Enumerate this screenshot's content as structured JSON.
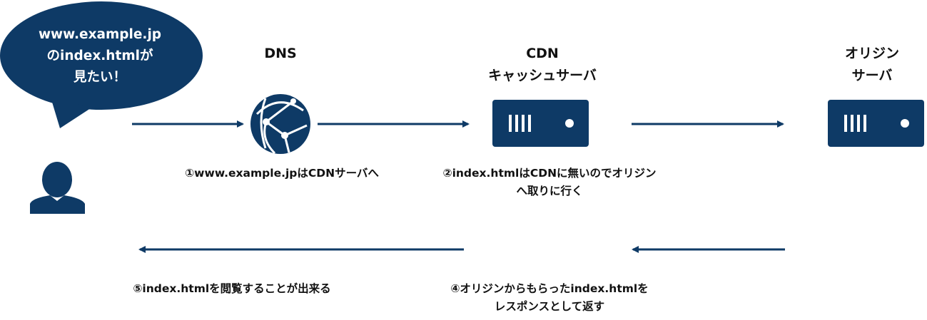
{
  "colors": {
    "primary": "#0e3a66",
    "text": "#111111"
  },
  "bubble": {
    "lines": [
      "www.example.jp",
      "のindex.htmlが",
      "見たい！"
    ]
  },
  "nodes": {
    "dns": {
      "label": "DNS",
      "icon": "globe-network-icon"
    },
    "cdn": {
      "label_lines": [
        "CDN",
        "キャッシュサーバ"
      ],
      "icon": "server-icon"
    },
    "origin": {
      "label_lines": [
        "オリジン",
        "サーバ"
      ],
      "icon": "server-icon"
    },
    "user": {
      "icon": "user-icon"
    }
  },
  "steps": {
    "step1": [
      "①www.example.jpはCDNサーバへ"
    ],
    "step2": [
      "②index.htmlはCDNに無いのでオリジン",
      "へ取りに行く"
    ],
    "step4": [
      "④オリジンからもらったindex.htmlを",
      "レスポンスとして返す"
    ],
    "step5": [
      "⑤index.htmlを閲覧することが出来る"
    ]
  }
}
